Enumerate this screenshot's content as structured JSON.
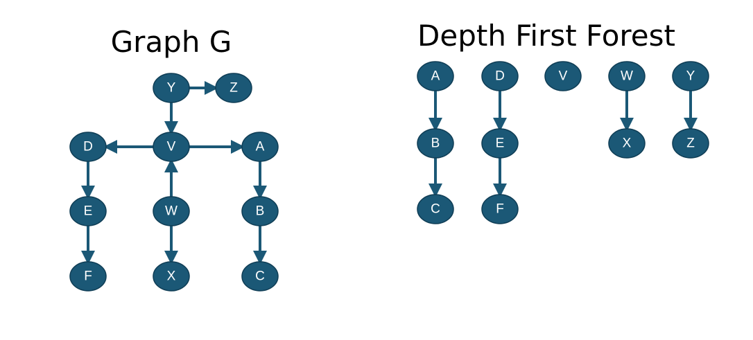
{
  "graph": {
    "title": "Graph G",
    "nodes": [
      "Y",
      "Z",
      "D",
      "V",
      "A",
      "E",
      "W",
      "B",
      "F",
      "X",
      "C"
    ],
    "edges": [
      [
        "Y",
        "Z"
      ],
      [
        "Y",
        "V"
      ],
      [
        "V",
        "D"
      ],
      [
        "V",
        "A"
      ],
      [
        "D",
        "E"
      ],
      [
        "E",
        "F"
      ],
      [
        "W",
        "V"
      ],
      [
        "W",
        "X"
      ],
      [
        "A",
        "B"
      ],
      [
        "B",
        "C"
      ]
    ]
  },
  "forest": {
    "title": "Depth First Forest",
    "trees": [
      {
        "nodes": [
          "A",
          "B",
          "C"
        ],
        "edges": [
          [
            "A",
            "B"
          ],
          [
            "B",
            "C"
          ]
        ]
      },
      {
        "nodes": [
          "D",
          "E",
          "F"
        ],
        "edges": [
          [
            "D",
            "E"
          ],
          [
            "E",
            "F"
          ]
        ]
      },
      {
        "nodes": [
          "V"
        ],
        "edges": []
      },
      {
        "nodes": [
          "W",
          "X"
        ],
        "edges": [
          [
            "W",
            "X"
          ]
        ]
      },
      {
        "nodes": [
          "Y",
          "Z"
        ],
        "edges": [
          [
            "Y",
            "Z"
          ]
        ]
      }
    ]
  },
  "colors": {
    "node_fill": "#1b5876",
    "edge": "#1b5876",
    "label": "#ffffff"
  }
}
